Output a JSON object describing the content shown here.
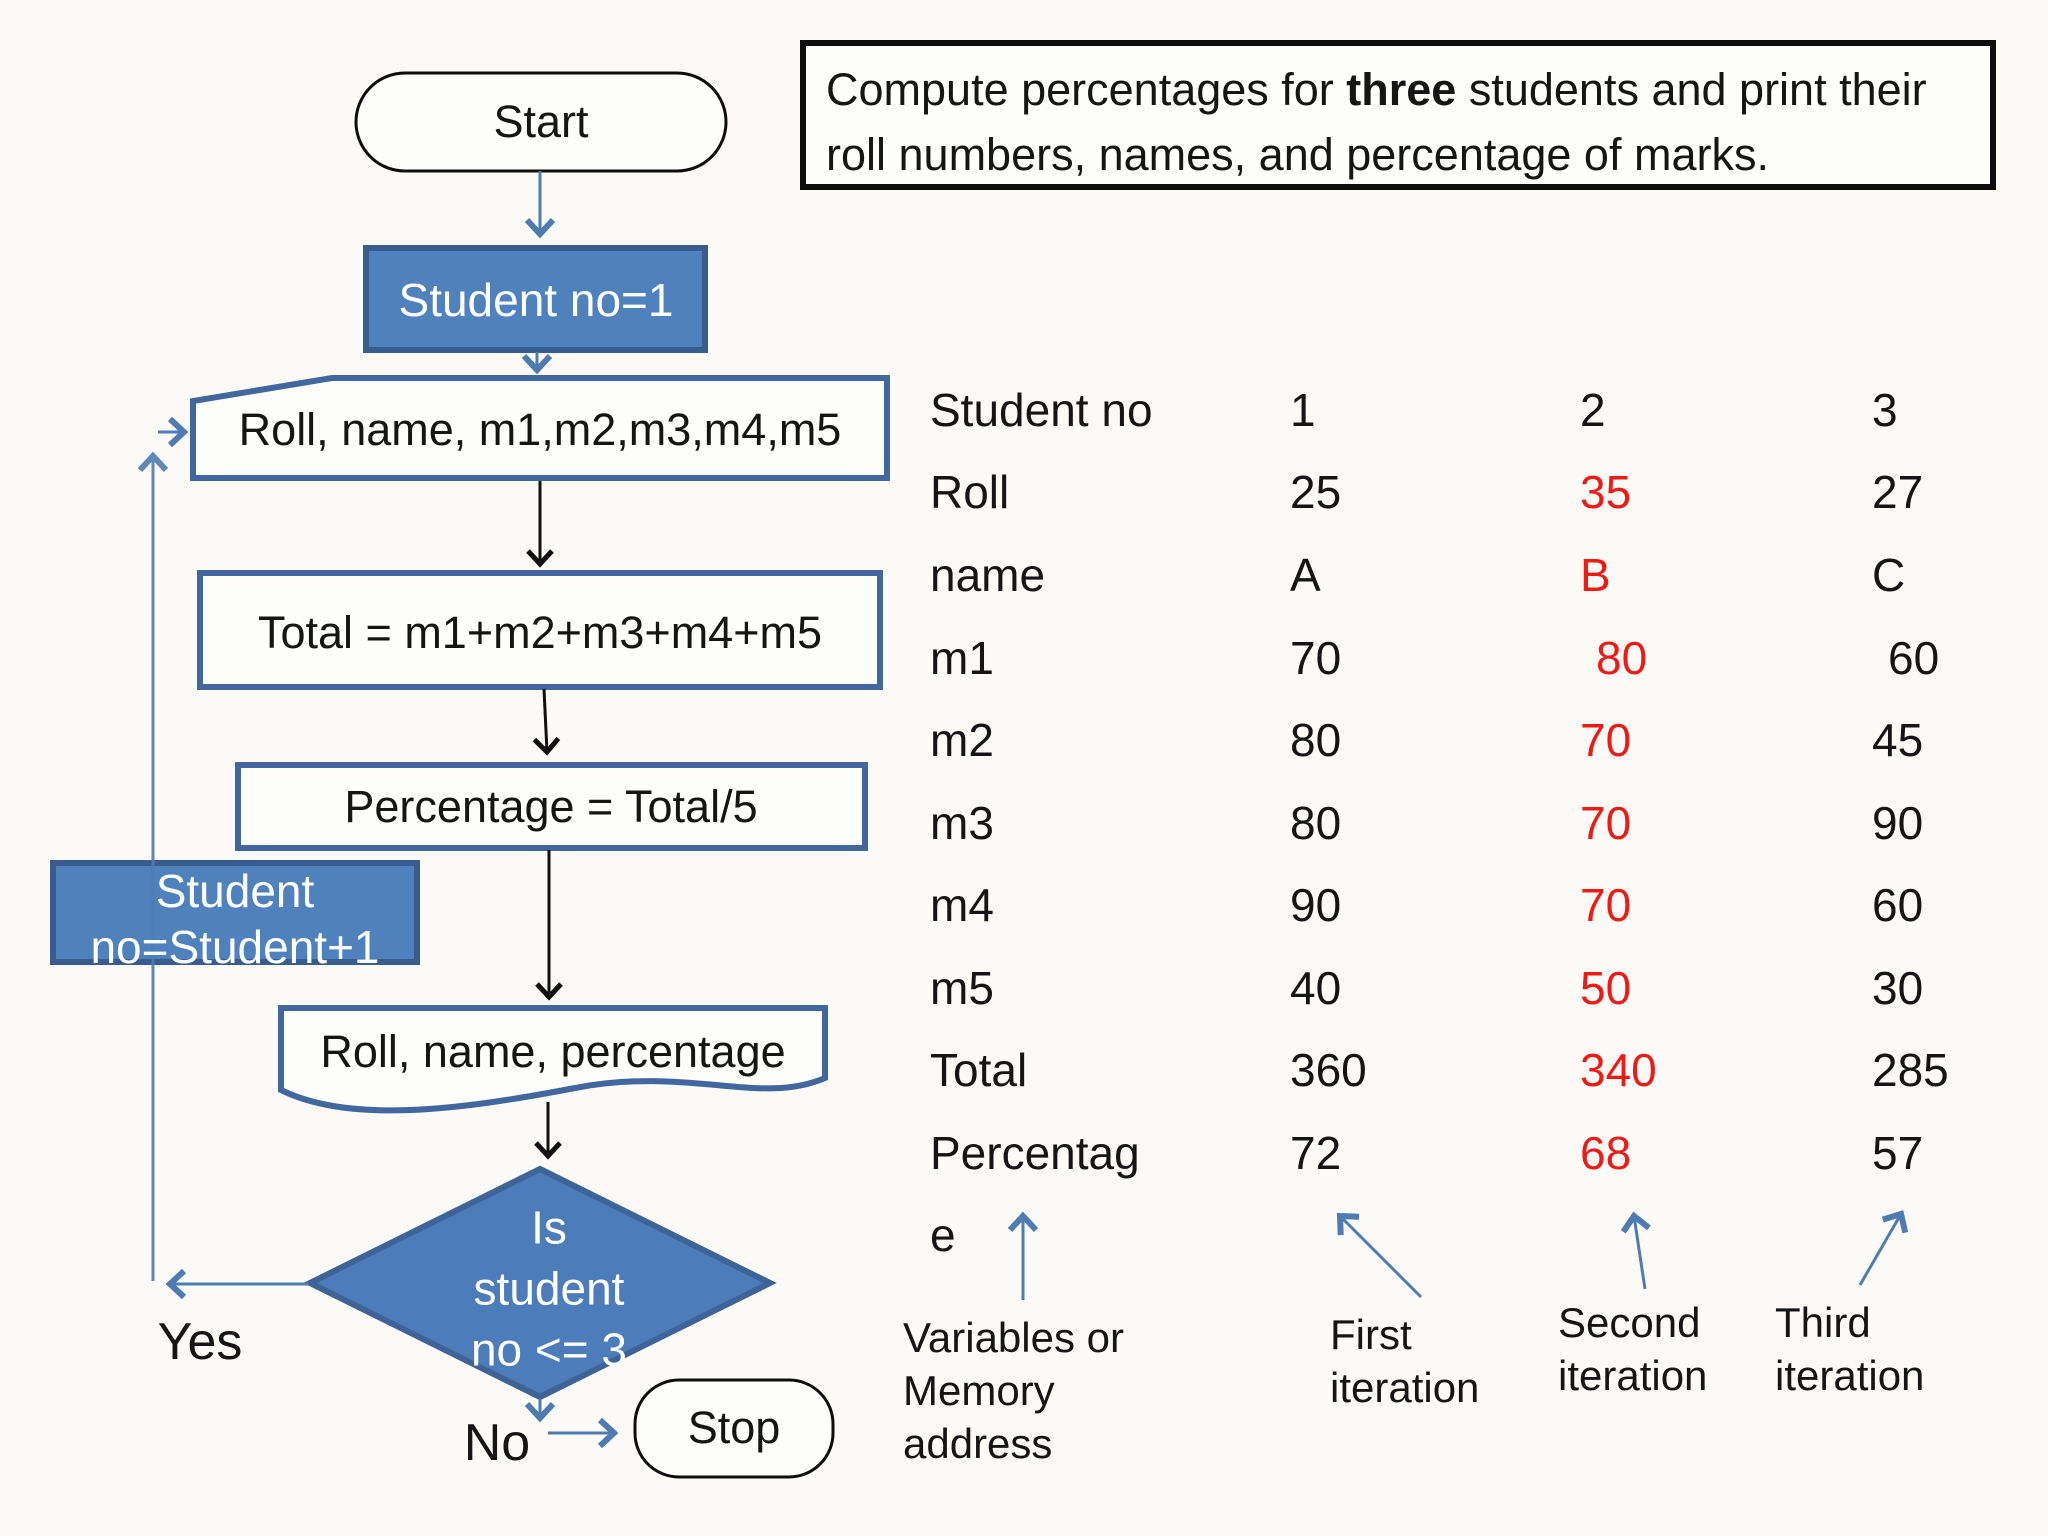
{
  "title": {
    "prefix": "Compute percentages for ",
    "bold": "three",
    "suffix": " students and print their roll numbers, names, and percentage of marks."
  },
  "flowchart": {
    "start_label": "Start",
    "init_label": "Student no=1",
    "input_label": "Roll, name, m1,m2,m3,m4,m5",
    "total_label": "Total = m1+m2+m3+m4+m5",
    "percentage_label": "Percentage = Total/5",
    "increment_line1": "Student",
    "increment_line2": "no=Student+1",
    "output_label": "Roll, name, percentage",
    "decision_line1": "Is",
    "decision_line2": "student",
    "decision_line3": "no <= 3",
    "yes_label": "Yes",
    "no_label": "No",
    "stop_label": "Stop"
  },
  "table": {
    "rows": [
      {
        "label": "Student no",
        "c1": "1",
        "c2": "2",
        "c3": "3"
      },
      {
        "label": "Roll",
        "c1": "25",
        "c2": "35",
        "c3": "27"
      },
      {
        "label": "name",
        "c1": "A",
        "c2": "B",
        "c3": "C"
      },
      {
        "label": "m1",
        "c1": "70",
        "c2": "80",
        "c3": "60"
      },
      {
        "label": "m2",
        "c1": "80",
        "c2": "70",
        "c3": "45"
      },
      {
        "label": "m3",
        "c1": "80",
        "c2": "70",
        "c3": "90"
      },
      {
        "label": "m4",
        "c1": "90",
        "c2": "70",
        "c3": "60"
      },
      {
        "label": "m5",
        "c1": "40",
        "c2": "50",
        "c3": "30"
      },
      {
        "label": "Total",
        "c1": "360",
        "c2": "340",
        "c3": "285"
      },
      {
        "label_line1": "Percentag",
        "label_line2": "e",
        "c1": "72",
        "c2": "68",
        "c3": "57"
      }
    ]
  },
  "annotations": {
    "variables": [
      "Variables or",
      "Memory",
      "address"
    ],
    "first": [
      "First",
      "iteration"
    ],
    "second": [
      "Second",
      "iteration"
    ],
    "third": [
      "Third",
      "iteration"
    ]
  },
  "colors": {
    "node_fill": "#4f81bd",
    "node_border": "#395c8f",
    "outline_border": "#41679e",
    "connector_blue": "#4e7cb2",
    "connector_black": "#111111",
    "highlight_red": "#ee1b14"
  }
}
